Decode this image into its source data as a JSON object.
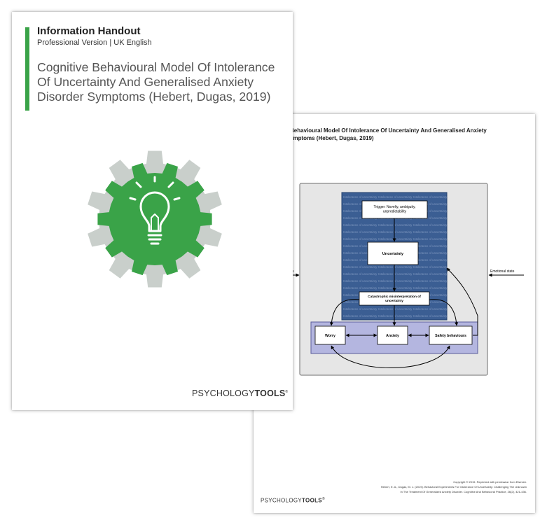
{
  "handout": {
    "type": "Information Handout",
    "version": "Professional Version | UK English",
    "title": "Cognitive Behavioural Model Of Intolerance\nOf Uncertainty And Generalised Anxiety\nDisorder Symptoms (Hebert, Dugas, 2019)",
    "icon": "gear-lightbulb-icon",
    "accent_color": "#3aa348"
  },
  "brand": {
    "logo_light": "PSYCHOLOGY",
    "logo_bold": "TOOLS",
    "logo_mark": "®"
  },
  "diagram_page": {
    "title": "Behavioural Model Of Intolerance Of Uncertainty And Generalised Anxiety\nymptoms (Hebert, Dugas, 2019)",
    "background_text": "Intolerance of uncertainty",
    "nodes": {
      "trigger": "Trigger: Novelty, ambiguity,\nunpredictability",
      "uncertainty": "Uncertainty",
      "catastrophic": "Catastrophic misinterpretation of\nuncertainty",
      "worry": "Worry",
      "anxiety": "Anxiety",
      "safety": "Safety behaviours",
      "emotional_state": "Emotional state",
      "left_cut": "s"
    },
    "colors": {
      "column": "#3b5e93",
      "band": "#b4b6e0",
      "panel": "#e6e6e6"
    },
    "copyright": [
      "Copyright © 2019. Reprinted with permission from Elsevier.",
      "Hebert, E. A., Dugas, M. J. (2019). Behavioral Experiments For Intolerance Of Uncertainty: Challenging The Unknown",
      "In The Treatment Of Generalized Anxiety Disorder. Cognitive And Behavioral Practice, 26(2), 421-436."
    ]
  }
}
